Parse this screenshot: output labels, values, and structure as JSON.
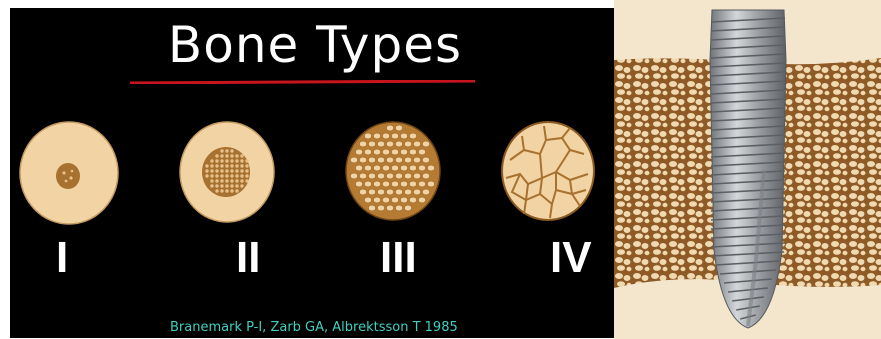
{
  "title": "Bone Types",
  "types": [
    {
      "label": "I"
    },
    {
      "label": "II"
    },
    {
      "label": "III"
    },
    {
      "label": "IV"
    }
  ],
  "citation": "Branemark P-I, Zarb GA, Albrektsson T 1985",
  "colors": {
    "background": "#000000",
    "bone_cream": "#f1d3a4",
    "trabecular": "#a7712f",
    "underline": "#c8141c",
    "citation": "#3fd0c0",
    "implant": "#9ea3a8"
  }
}
